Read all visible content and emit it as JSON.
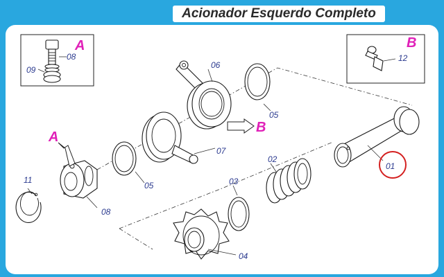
{
  "title": "Acionador Esquerdo Completo",
  "detail_a": {
    "marker": "A",
    "labels": [
      "08",
      "09"
    ]
  },
  "detail_b": {
    "marker": "B",
    "labels": [
      "12"
    ]
  },
  "arrow_markers": [
    "A",
    "B"
  ],
  "parts": {
    "p01": "01",
    "p02": "02",
    "p03": "03",
    "p04": "04",
    "p05a": "05",
    "p05b": "05",
    "p06": "06",
    "p07": "07",
    "p08": "08",
    "p11": "11"
  },
  "colors": {
    "background": "#29a7df",
    "part_label": "#2b3a8f",
    "marker": "#e020b8",
    "highlight_circle": "#d42020"
  },
  "highlighted_part": "01"
}
